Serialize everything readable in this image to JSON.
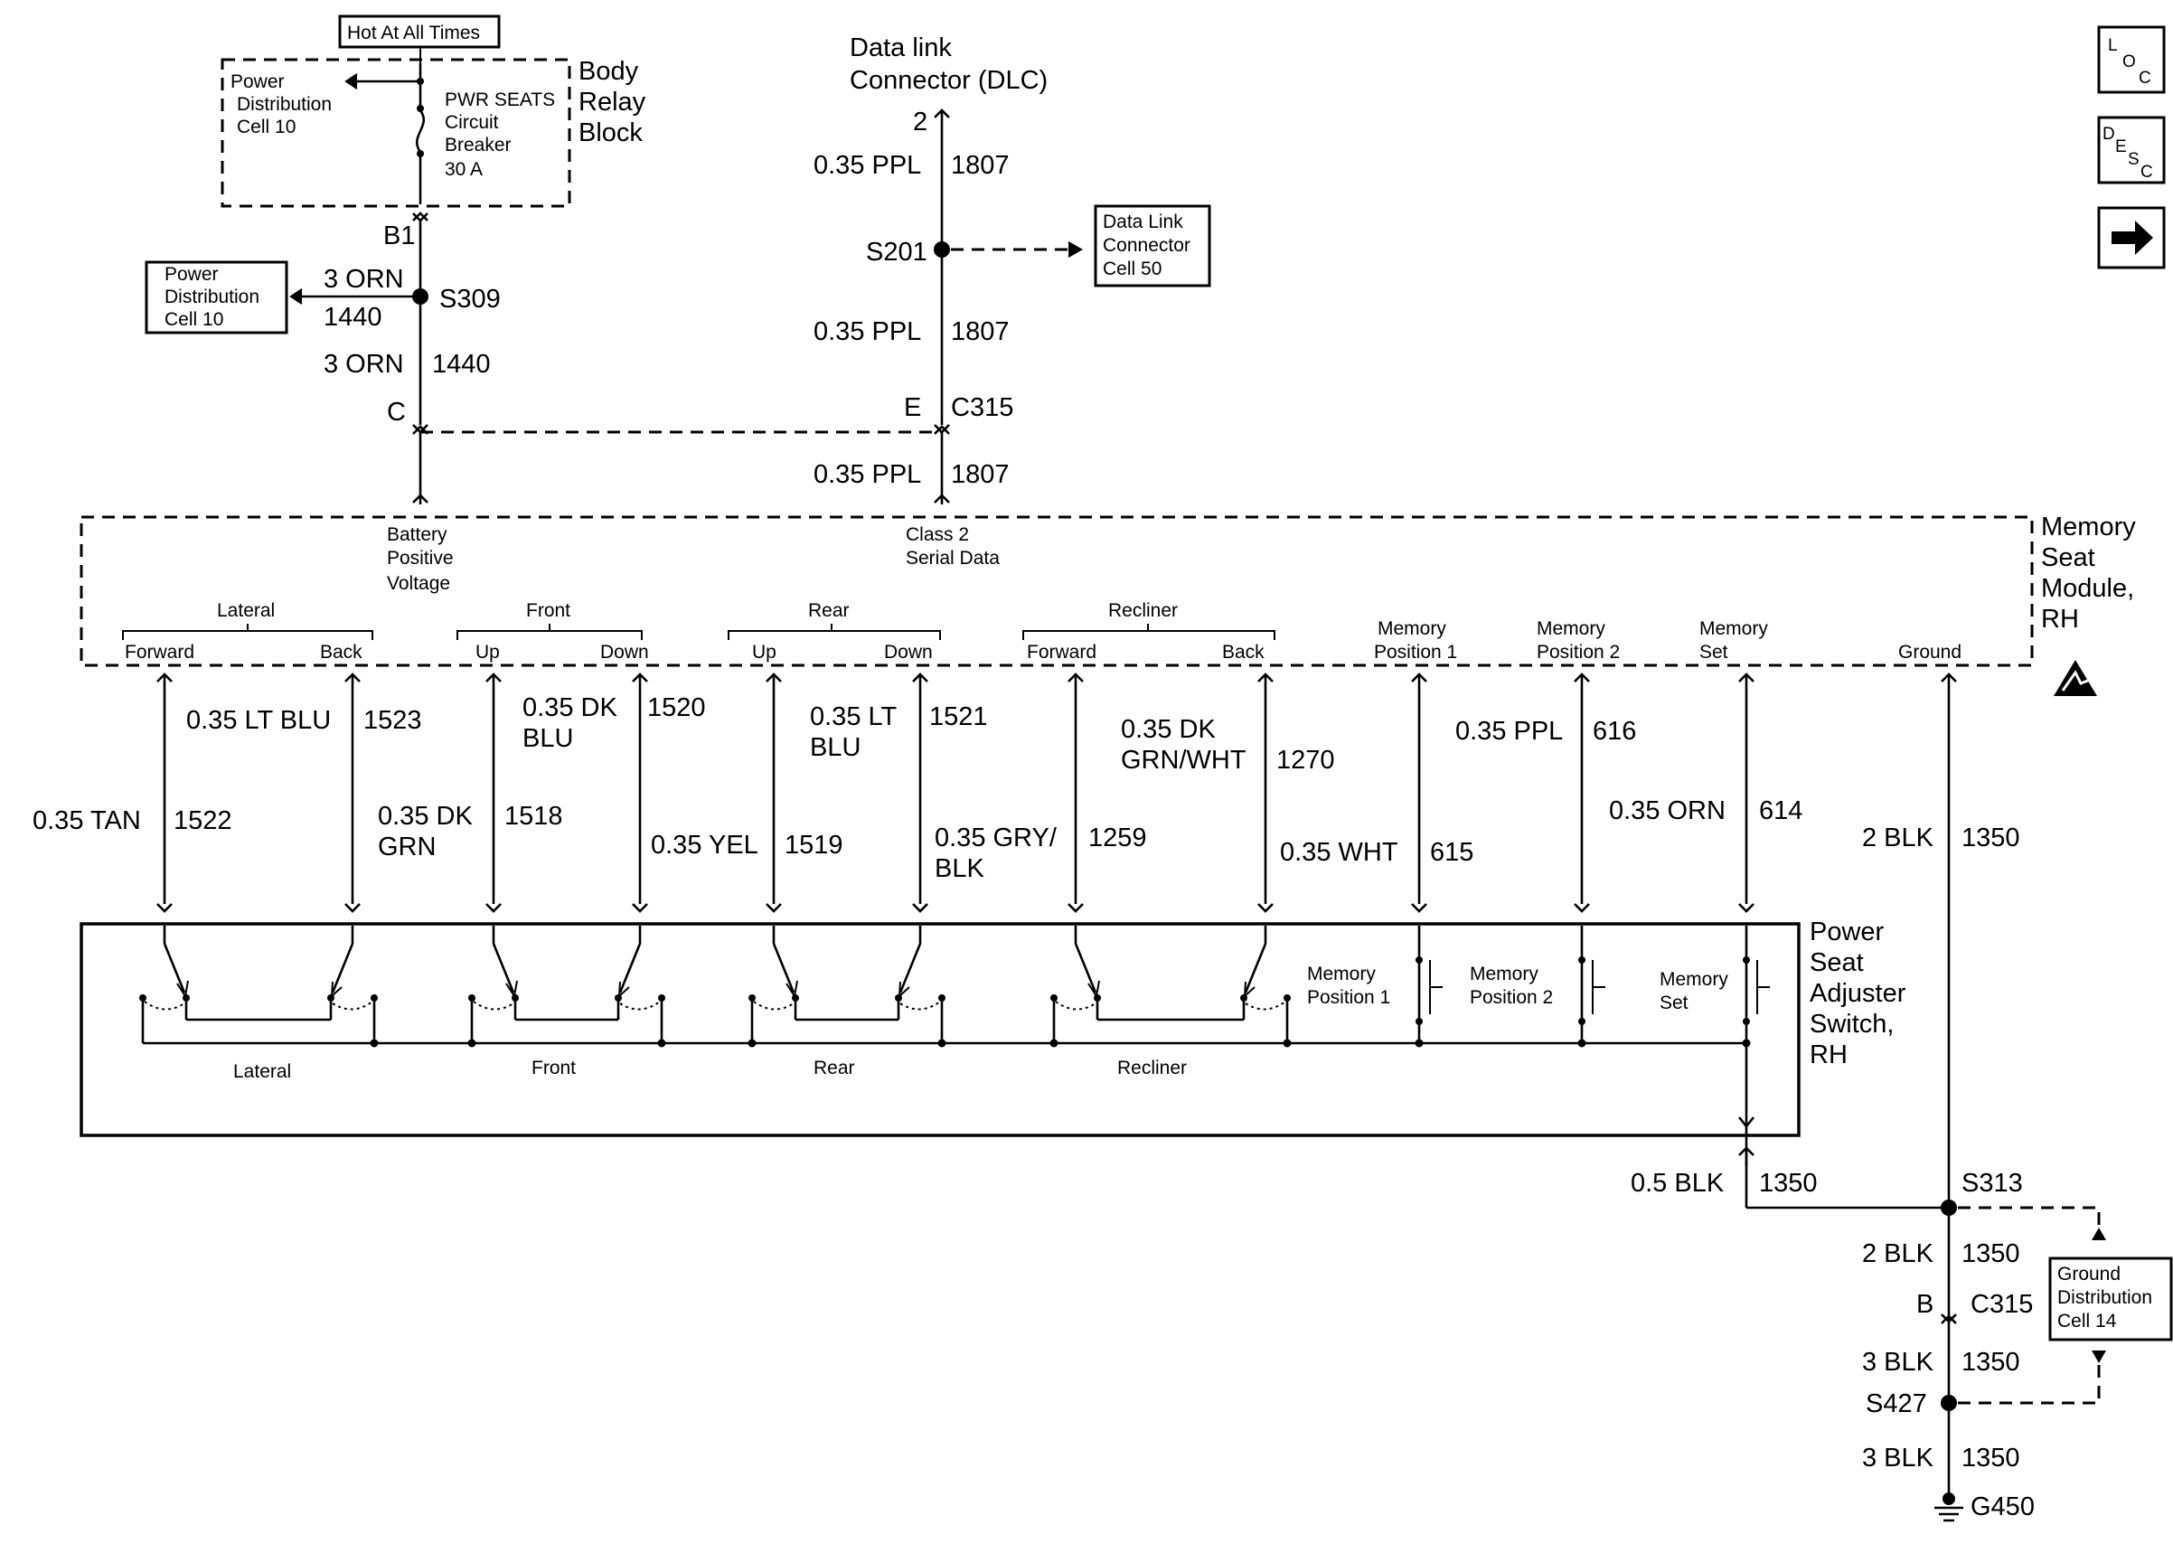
{
  "top": {
    "hot_label": "Hot At All Times",
    "pd_cell10_line1": "Power",
    "pd_cell10_line2": "Distribution",
    "pd_cell10_line3": "Cell 10",
    "cb_line1": "PWR SEATS",
    "cb_line2": "Circuit",
    "cb_line3": "Breaker",
    "cb_line4": "30 A",
    "brb_line1": "Body",
    "brb_line2": "Relay",
    "brb_line3": "Block",
    "b1": "B1",
    "s309": "S309",
    "wire_3orn_a": "3 ORN",
    "wire_1440_a": "1440",
    "wire_3orn_b": "3 ORN",
    "wire_1440_b": "1440",
    "c_pin": "C",
    "pd2_line1": "Power",
    "pd2_line2": "Distribution",
    "pd2_line3": "Cell 10"
  },
  "dlc": {
    "title_line1": "Data link",
    "title_line2": "Connector (DLC)",
    "pin2": "2",
    "wire1": "0.35 PPL",
    "circ1": "1807",
    "s201": "S201",
    "dlc_cell_line1": "Data Link",
    "dlc_cell_line2": "Connector",
    "dlc_cell_line3": "Cell 50",
    "wire2": "0.35 PPL",
    "circ2": "1807",
    "e_pin": "E",
    "c315": "C315",
    "wire3": "0.35 PPL",
    "circ3": "1807"
  },
  "module": {
    "name_line1": "Memory",
    "name_line2": "Seat",
    "name_line3": "Module,",
    "name_line4": "RH",
    "bpv_line1": "Battery",
    "bpv_line2": "Positive",
    "bpv_line3": "Voltage",
    "c2_line1": "Class 2",
    "c2_line2": "Serial Data",
    "groups": {
      "lateral": "Lateral",
      "front": "Front",
      "rear": "Rear",
      "recliner": "Recliner"
    },
    "terminals": {
      "lat_fwd": "Forward",
      "lat_back": "Back",
      "front_up": "Up",
      "front_down": "Down",
      "rear_up": "Up",
      "rear_down": "Down",
      "rec_fwd": "Forward",
      "rec_back": "Back",
      "mem1_line1": "Memory",
      "mem1_line2": "Position 1",
      "mem2_line1": "Memory",
      "mem2_line2": "Position 2",
      "memset_line1": "Memory",
      "memset_line2": "Set",
      "ground": "Ground"
    }
  },
  "wires": {
    "w1522": "0.35 TAN",
    "c1522": "1522",
    "w1523": "0.35 LT BLU",
    "c1523": "1523",
    "w1518_l1": "0.35 DK",
    "w1518_l2": "GRN",
    "c1518": "1518",
    "w1520_l1": "0.35 DK",
    "w1520_l2": "BLU",
    "c1520": "1520",
    "w1519": "0.35 YEL",
    "c1519": "1519",
    "w1521_l1": "0.35 LT",
    "w1521_l2": "BLU",
    "c1521": "1521",
    "w1259_l1": "0.35 GRY/",
    "w1259_l2": "BLK",
    "c1259": "1259",
    "w1270_l1": "0.35 DK",
    "w1270_l2": "GRN/WHT",
    "c1270": "1270",
    "w615": "0.35 WHT",
    "c615": "615",
    "w616": "0.35 PPL",
    "c616": "616",
    "w614": "0.35 ORN",
    "c614": "614",
    "w1350": "2 BLK",
    "c1350": "1350"
  },
  "switch": {
    "name_line1": "Power",
    "name_line2": "Seat",
    "name_line3": "Adjuster",
    "name_line4": "Switch,",
    "name_line5": "RH",
    "lateral": "Lateral",
    "front": "Front",
    "rear": "Rear",
    "recliner": "Recliner",
    "mp1_line1": "Memory",
    "mp1_line2": "Position 1",
    "mp2_line1": "Memory",
    "mp2_line2": "Position 2",
    "ms_line1": "Memory",
    "ms_line2": "Set"
  },
  "ground": {
    "w05blk": "0.5 BLK",
    "c1350_a": "1350",
    "s313": "S313",
    "w2blk": "2 BLK",
    "c1350_b": "1350",
    "b_pin": "B",
    "c315": "C315",
    "gd_line1": "Ground",
    "gd_line2": "Distribution",
    "gd_line3": "Cell 14",
    "w3blk_a": "3 BLK",
    "c1350_c": "1350",
    "s427": "S427",
    "w3blk_b": "3 BLK",
    "c1350_d": "1350",
    "g450": "G450"
  },
  "nav": {
    "loc_l": "L",
    "loc_o": "O",
    "loc_c": "C",
    "desc_d": "D",
    "desc_e": "E",
    "desc_s": "S",
    "desc_c": "C",
    "next_icon": "arrow-right-icon"
  }
}
